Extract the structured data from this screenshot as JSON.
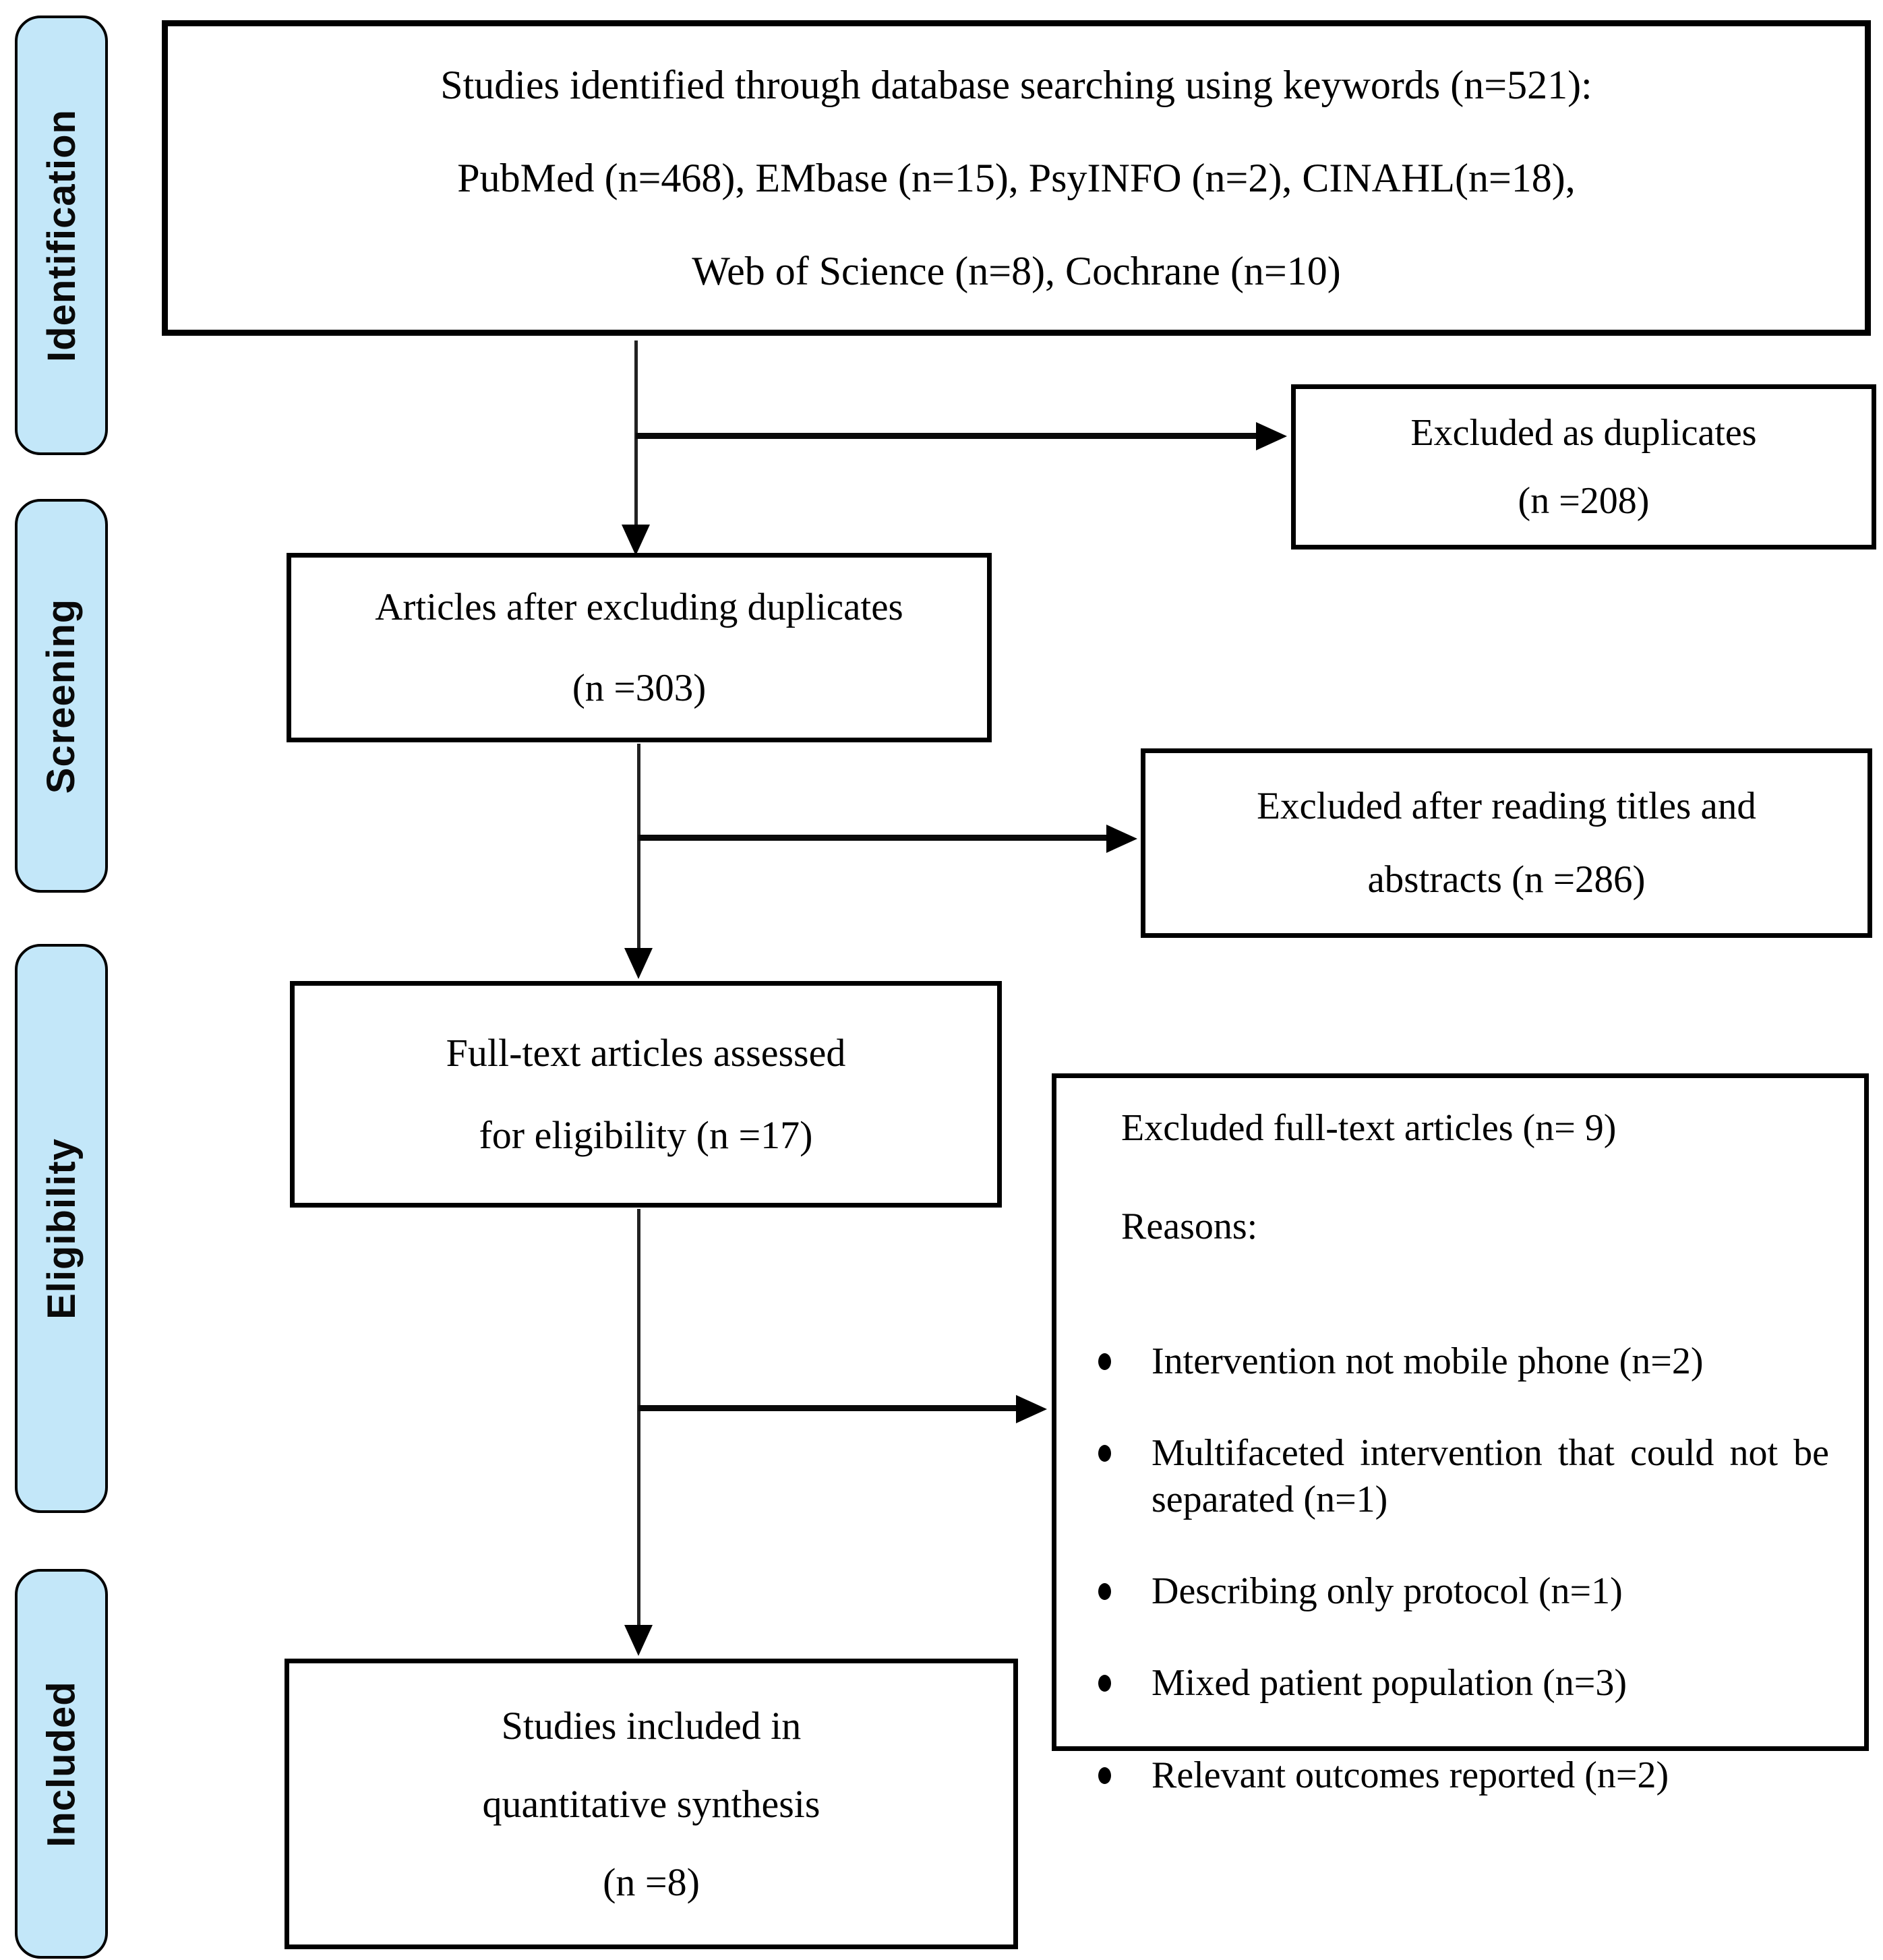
{
  "diagram_type": "prisma-flow",
  "colors": {
    "stage_fill": "#C3E7F9",
    "box_border": "#000000",
    "line": "#000000",
    "background": "#FFFFFF"
  },
  "sidebar": {
    "items": [
      {
        "label": "Identification"
      },
      {
        "label": "Screening"
      },
      {
        "label": "Eligibility"
      },
      {
        "label": "Included"
      }
    ]
  },
  "flow": {
    "identified": {
      "line1": "Studies identified through database searching using keywords (n=521):",
      "line2": "PubMed (n=468), EMbase (n=15), PsyINFO (n=2), CINAHL(n=18),",
      "line3": "Web of Science (n=8), Cochrane (n=10)"
    },
    "after_duplicates": {
      "line1": "Articles after excluding duplicates",
      "line2": "(n =303)"
    },
    "fulltext_assessed": {
      "line1": "Full-text articles assessed",
      "line2": "for eligibility (n =17)"
    },
    "included": {
      "line1": "Studies included in",
      "line2": "quantitative synthesis",
      "line3": "(n =8)"
    }
  },
  "exclusions": {
    "duplicates": {
      "line1": "Excluded as duplicates",
      "line2": "(n =208)"
    },
    "titles_abstracts": {
      "line1": "Excluded after reading titles and",
      "line2": "abstracts (n =286)"
    },
    "fulltext": {
      "title": "Excluded full-text articles (n= 9)",
      "reasons_label": "Reasons:",
      "reasons": [
        "Intervention not mobile phone (n=2)",
        "Multifaceted intervention that could not be separated (n=1)",
        "Describing only protocol (n=1)",
        "Mixed patient population (n=3)",
        "Relevant outcomes reported (n=2)"
      ]
    }
  }
}
